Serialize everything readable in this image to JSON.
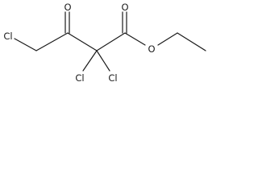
{
  "molecule": {
    "atoms": {
      "cl_left": "Cl",
      "o_ketone": "O",
      "o_carbonyl": "O",
      "o_ester": "O",
      "cl_bottom_left": "Cl",
      "cl_bottom_right": "Cl"
    }
  }
}
